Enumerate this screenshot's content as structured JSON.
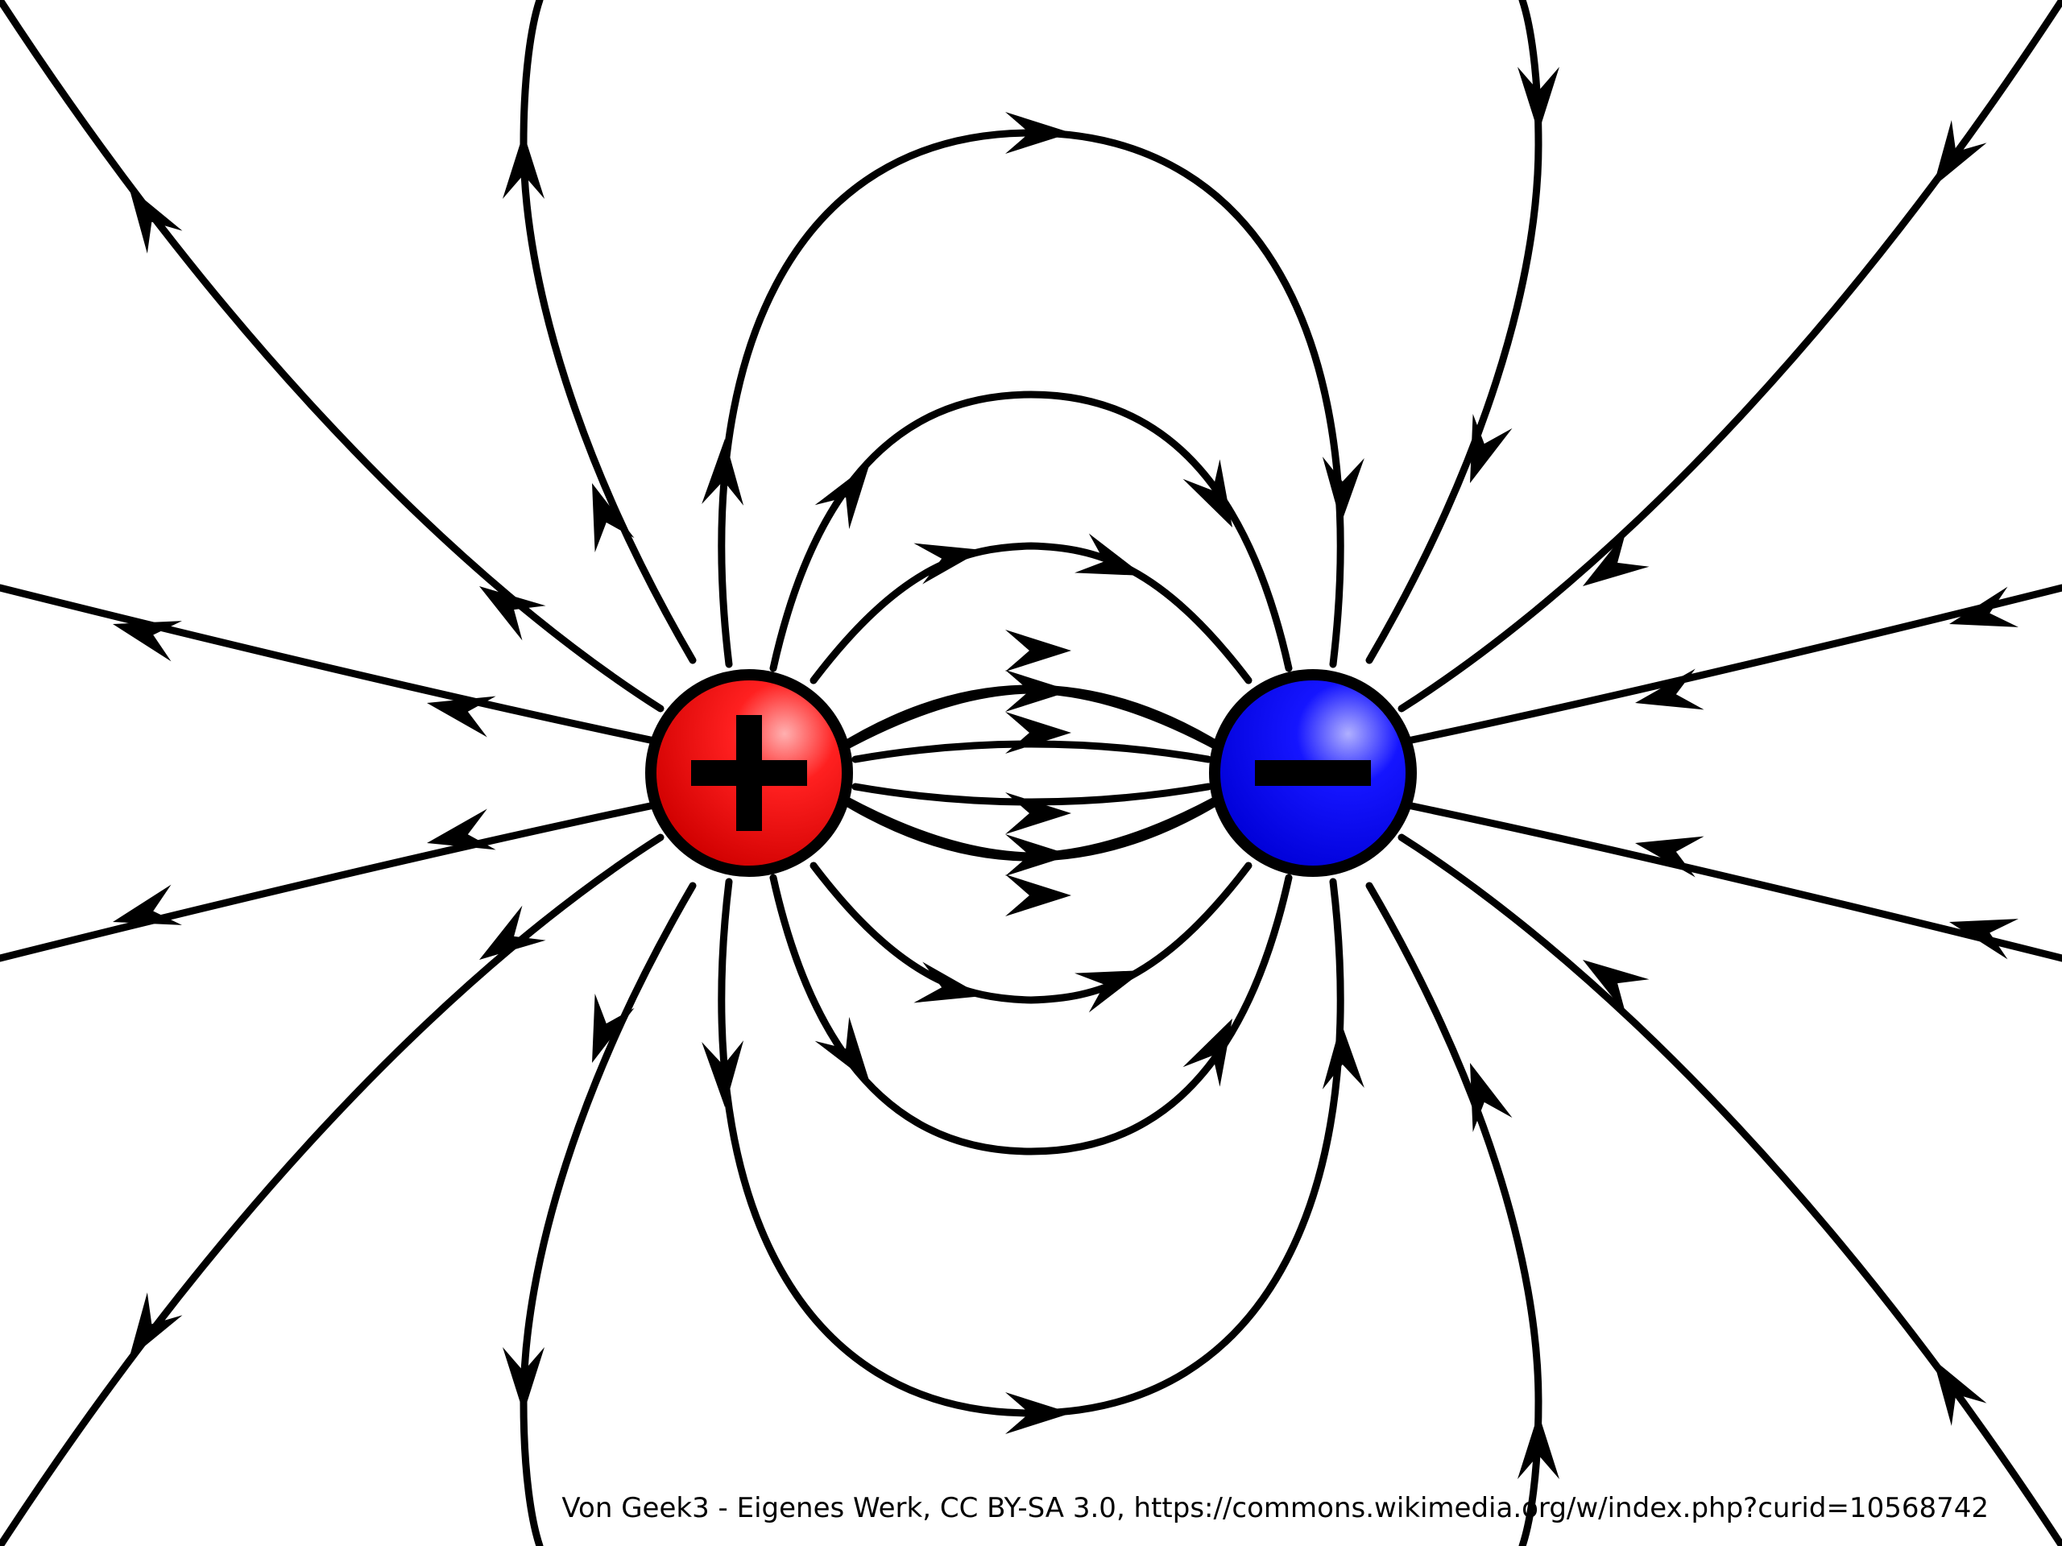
{
  "diagram": {
    "positive_charge": {
      "symbol": "+",
      "fill": "#ff1a1a",
      "highlight": "#ffb0b0",
      "sign_label": "plus-sign"
    },
    "negative_charge": {
      "symbol": "−",
      "fill": "#0a0aff",
      "highlight": "#b0b0ff",
      "sign_label": "minus-sign"
    },
    "line_color": "#000000",
    "background": "#ffffff"
  },
  "credit": "Von Geek3 - Eigenes Werk, CC BY-SA 3.0, https://commons.wikimedia.org/w/index.php?curid=10568742"
}
